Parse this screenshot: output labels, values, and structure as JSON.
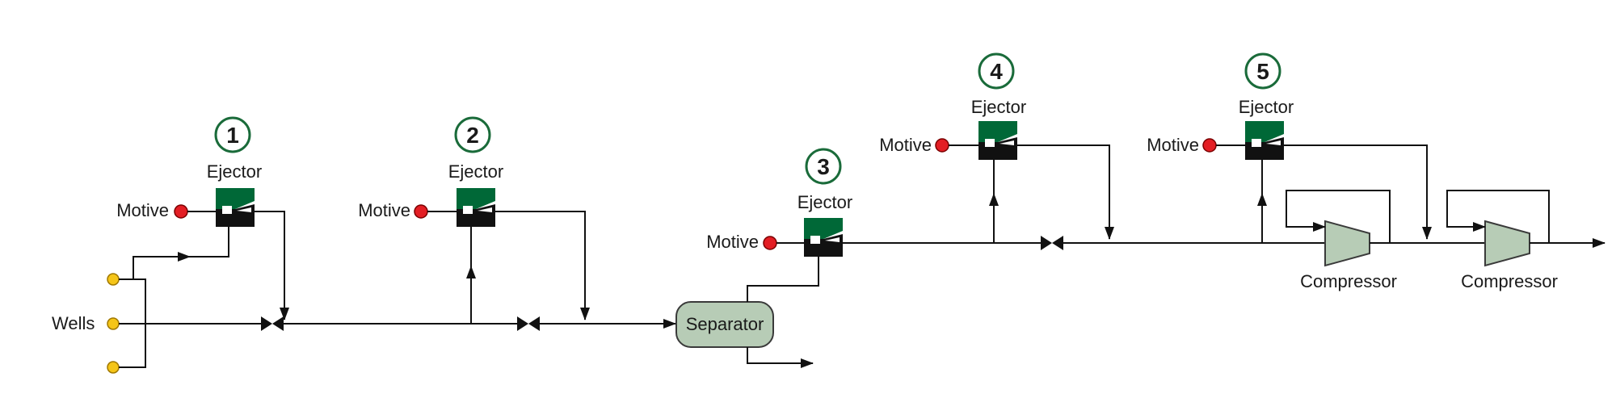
{
  "labels": {
    "wells": "Wells",
    "motive": "Motive",
    "ejector": "Ejector",
    "separator": "Separator",
    "compressor": "Compressor"
  },
  "ejectors": [
    {
      "number": "1"
    },
    {
      "number": "2"
    },
    {
      "number": "3"
    },
    {
      "number": "4"
    },
    {
      "number": "5"
    }
  ],
  "colors": {
    "ejector_green": "#006837",
    "number_circle": "#1a6b3a",
    "motive_red": "#e31e24",
    "well_yellow": "#f5c518",
    "equipment_fill": "#b7ccb6",
    "equipment_stroke": "#3a3a3a",
    "line": "#111111"
  },
  "icons": {
    "ejector": "ejector-symbol",
    "valve": "bowtie-valve-icon",
    "arrow": "flow-arrow-icon",
    "motive": "red-dot-icon",
    "well": "yellow-dot-icon"
  }
}
